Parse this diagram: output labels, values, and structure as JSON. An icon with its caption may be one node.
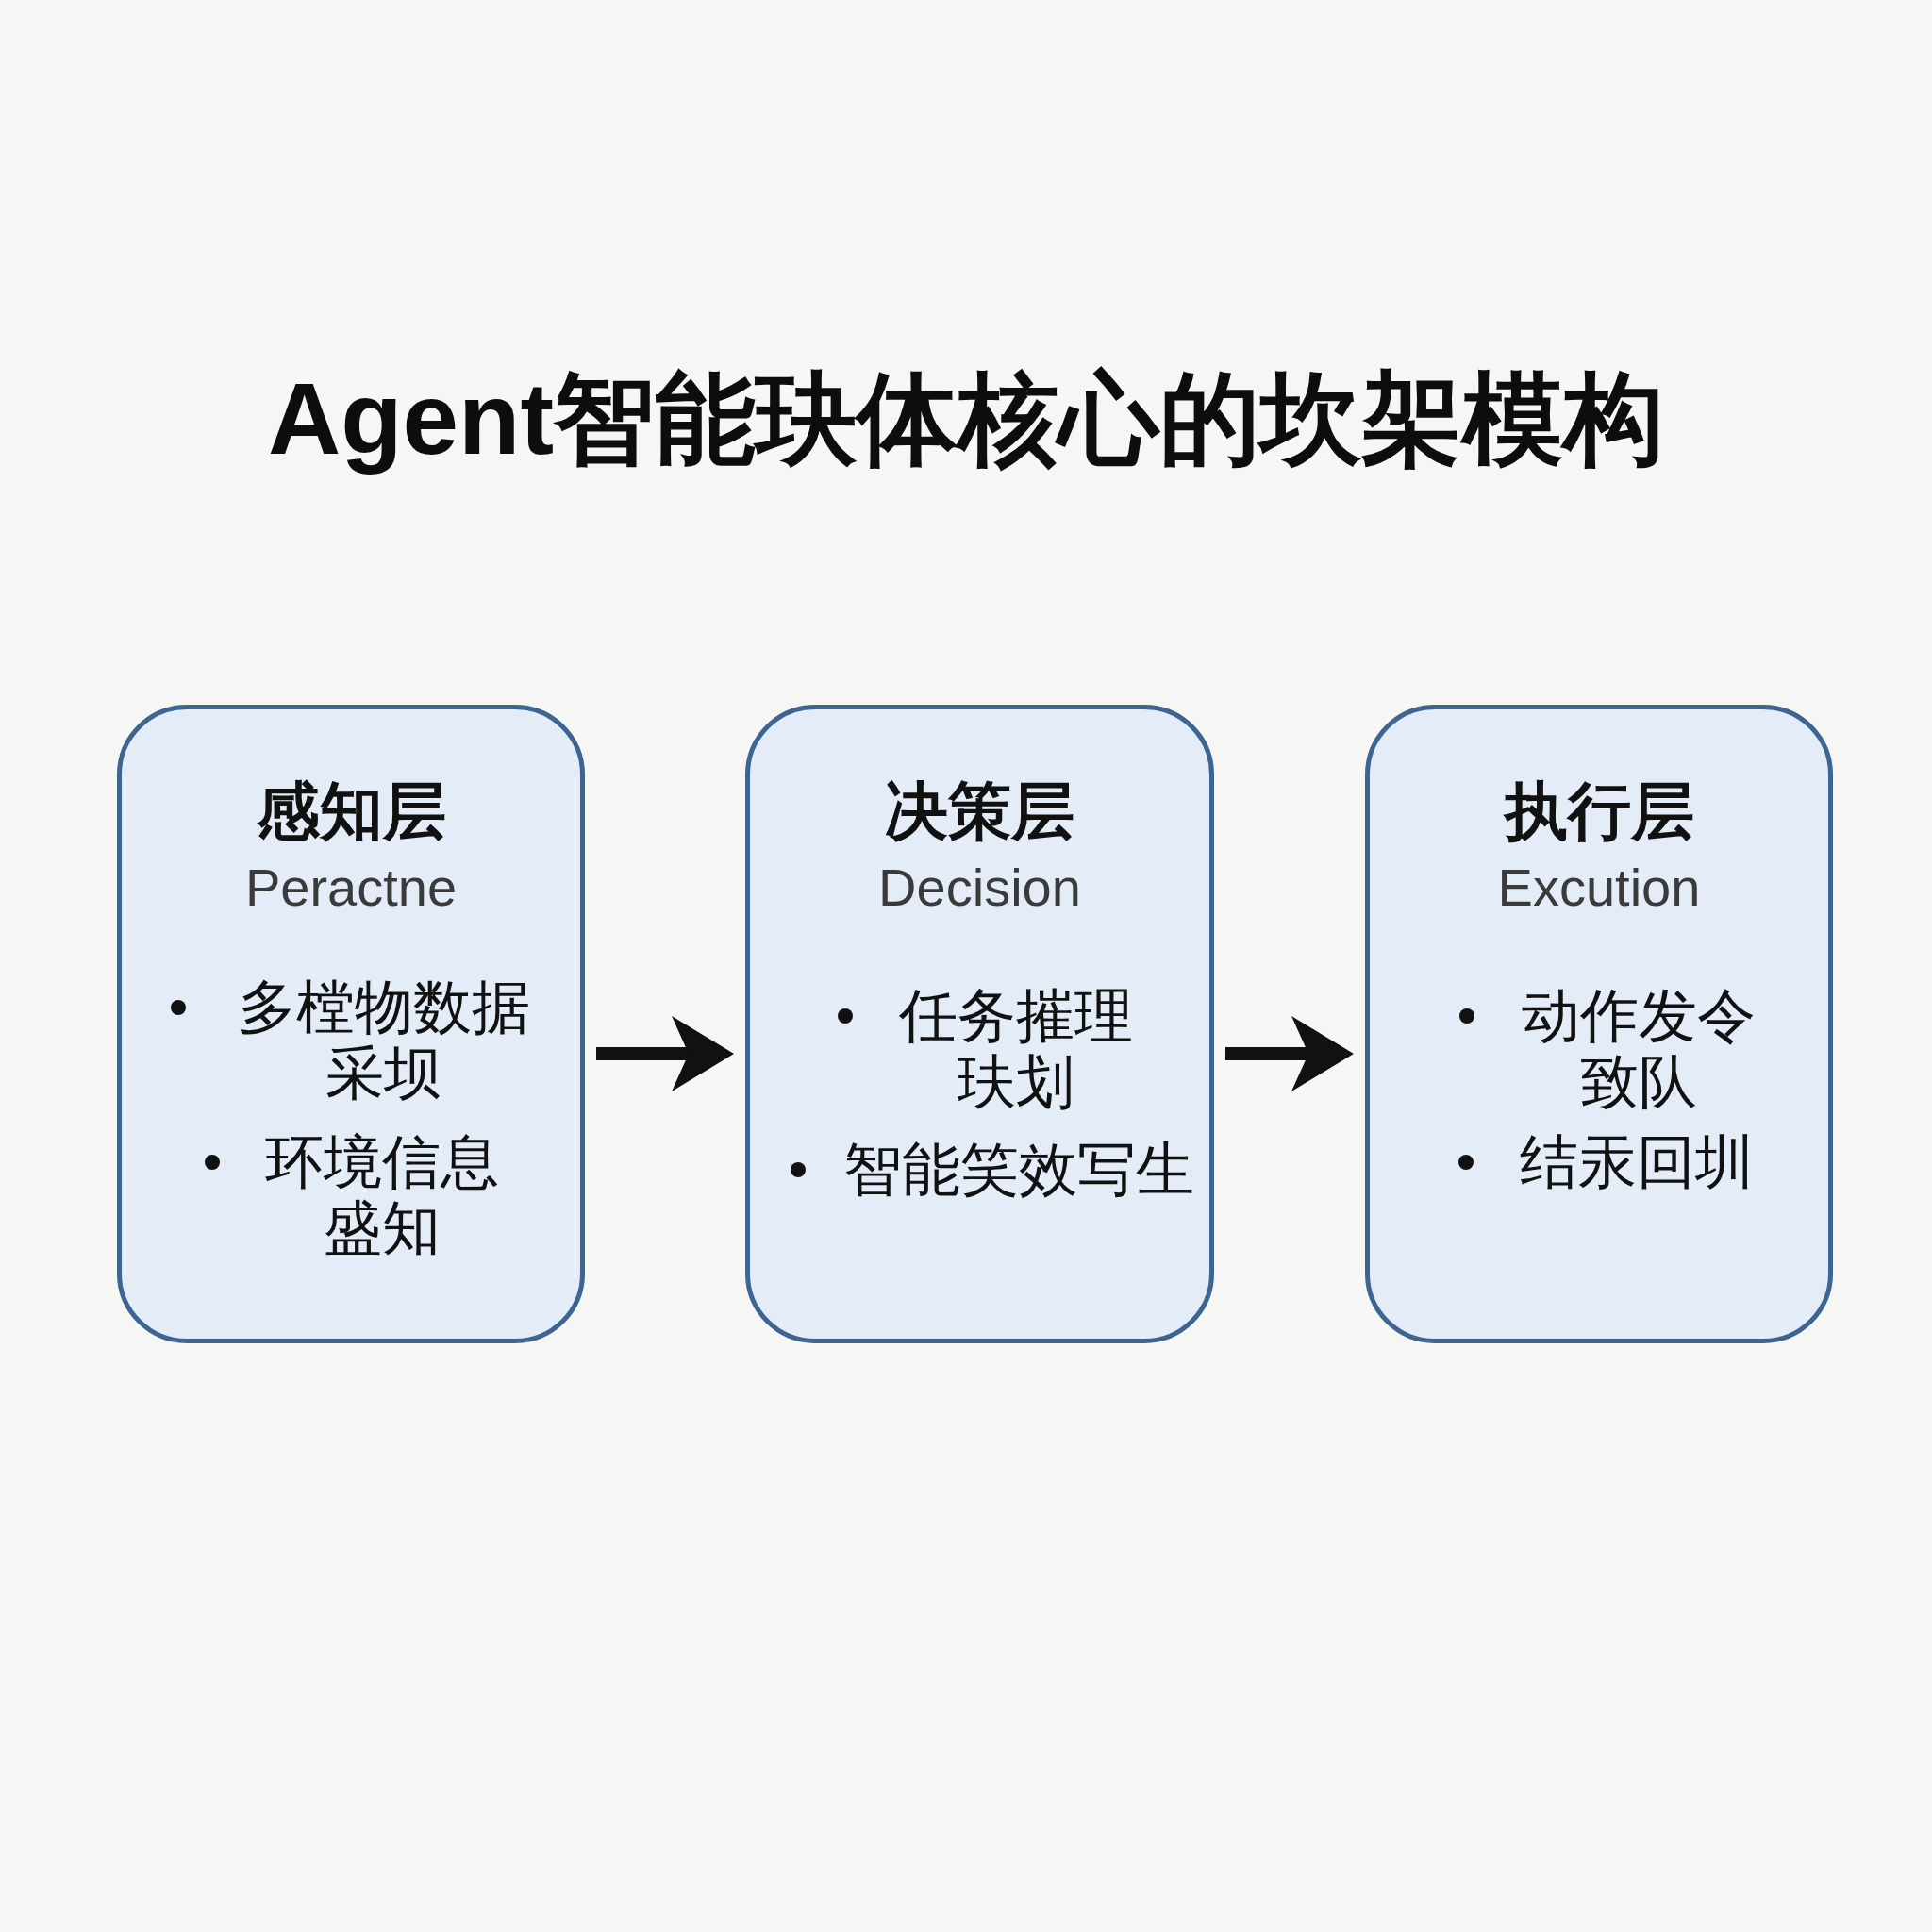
{
  "diagram": {
    "title": "Agent智能玦体核心的坎架模构",
    "nodes": [
      {
        "text": [
          "感知层",
          "Peractne",
          "多樘物数据采坝",
          "环境信息盛知"
        ]
      },
      {
        "text": [
          "决策层",
          "Decision",
          "任务摧理玞划",
          "智能笑效写生"
        ]
      },
      {
        "text": [
          "执行层",
          "Excution",
          "动作发令致队",
          "结汞回圳"
        ]
      }
    ],
    "edges": [
      {
        "from": 0,
        "to": 1,
        "arrow": "to"
      },
      {
        "from": 1,
        "to": 2,
        "arrow": "to"
      }
    ]
  }
}
